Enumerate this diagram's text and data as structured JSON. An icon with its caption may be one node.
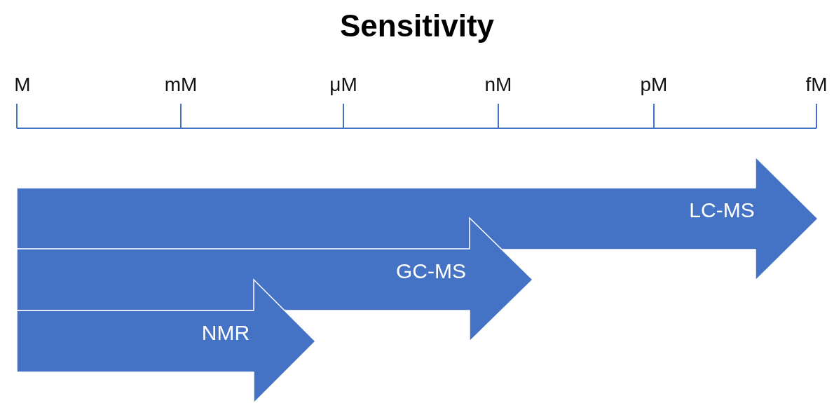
{
  "diagram": {
    "title": "Sensitivity",
    "nodes": [
      {
        "text": [
          "LC-MS"
        ]
      },
      {
        "text": [
          "GC-MS"
        ]
      },
      {
        "text": [
          "NMR"
        ]
      }
    ],
    "labels": [
      "M",
      "mM",
      "μM",
      "nM",
      "pM",
      "fM"
    ]
  }
}
